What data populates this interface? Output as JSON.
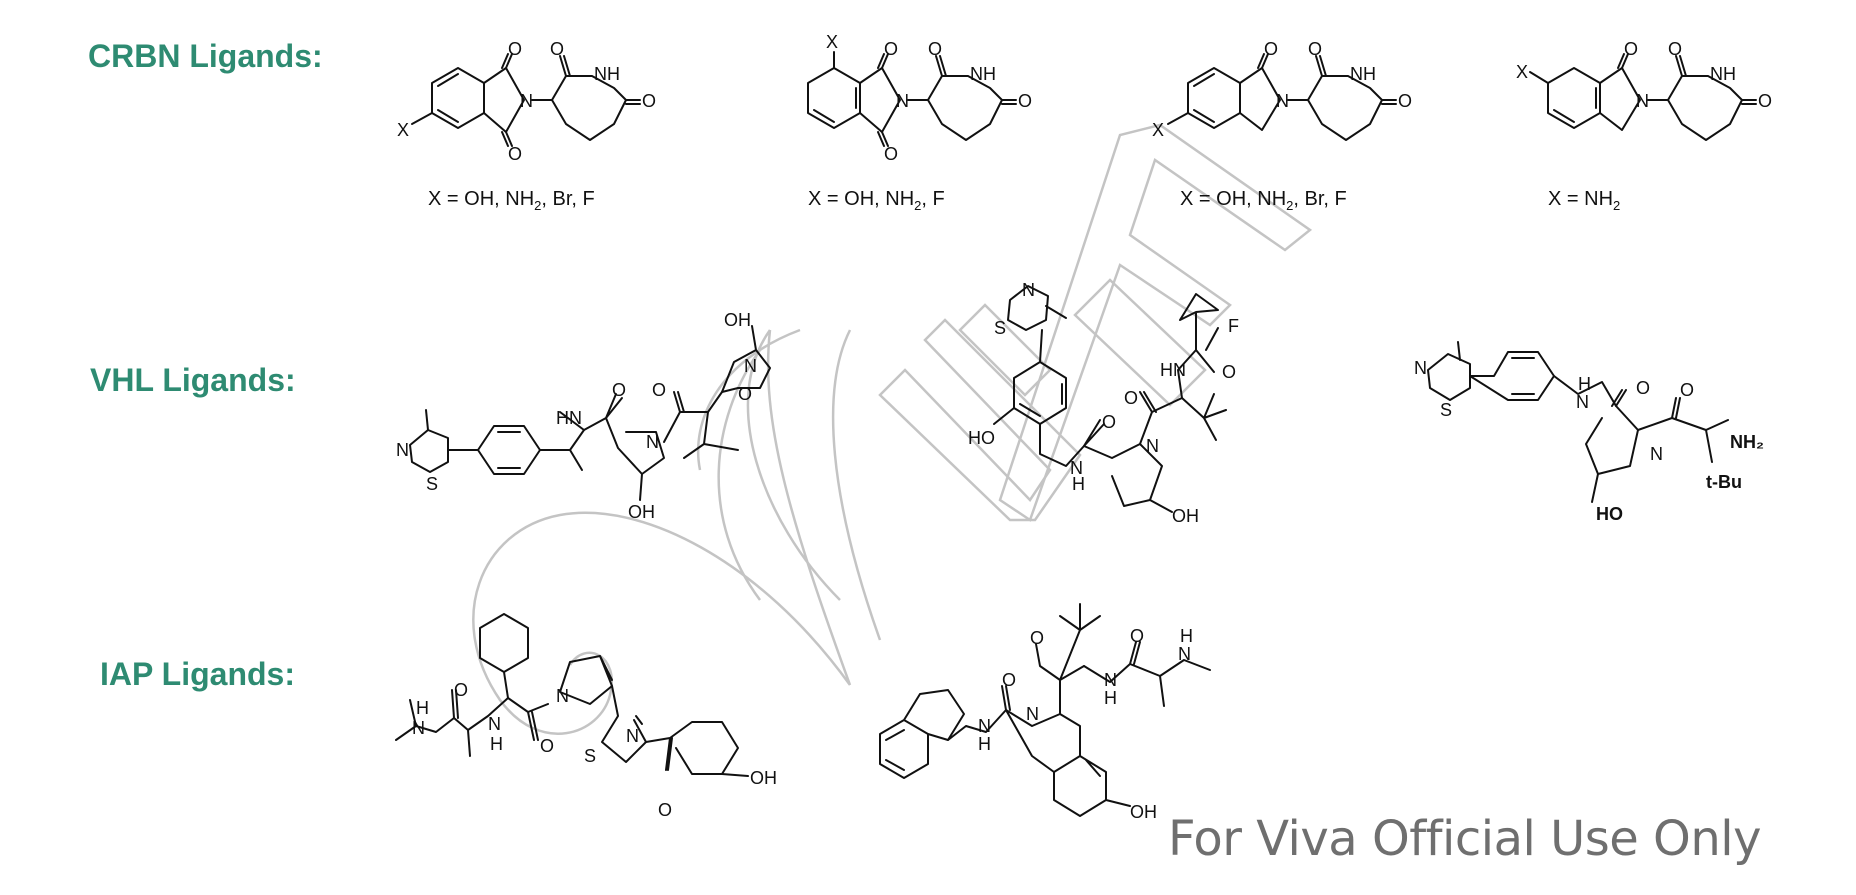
{
  "sections": {
    "crbn_label": "CRBN Ligands:",
    "vhl_label": "VHL Ligands:",
    "iap_label": "IAP Ligands:"
  },
  "crbn": {
    "c1": {
      "pre": "X = OH,  NH",
      "sub": "2",
      "post": ", Br, F"
    },
    "c2": {
      "pre": "X = OH,  NH",
      "sub": "2",
      "post": ", F"
    },
    "c3": {
      "pre": "X = OH,  NH",
      "sub": "2",
      "post": ", Br, F"
    },
    "c4": {
      "pre": "X = NH",
      "sub": "2",
      "post": ""
    }
  },
  "atoms": {
    "O": "O",
    "NH": "NH",
    "N": "N",
    "S": "S",
    "F": "F",
    "X": "X",
    "OH": "OH",
    "HO": "HO",
    "H": "H",
    "HN": "HN",
    "NH2": "NH₂",
    "tBu": "t-Bu"
  },
  "footer": "For Viva Official Use Only",
  "colors": {
    "label_green": "#2e8b72",
    "watermark_gray": "#c4c4c4",
    "footer_gray": "#6f6f6f"
  }
}
